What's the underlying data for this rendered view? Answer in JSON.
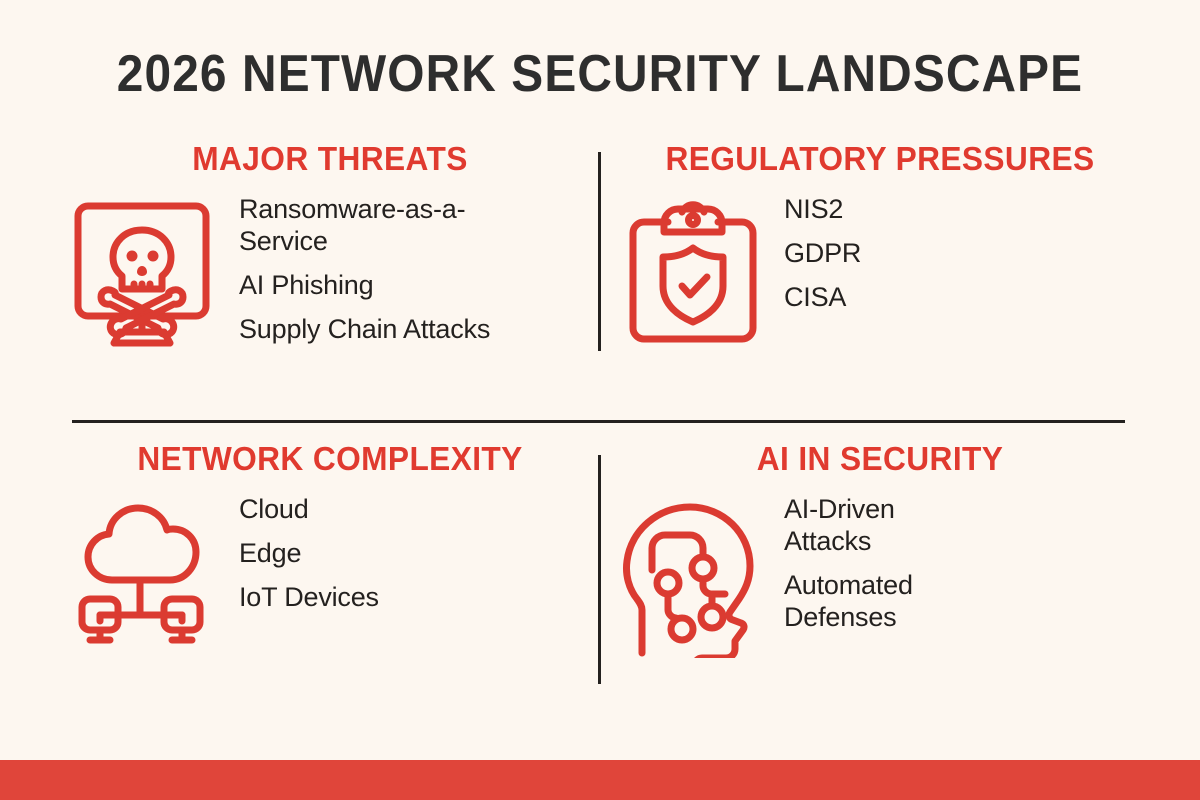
{
  "title": "2026 NETWORK SECURITY LANDSCAPE",
  "theme": {
    "background": "#FDF7F0",
    "accent_red": "#E03A2F",
    "band_red": "#E0453A",
    "text_dark": "#24211F",
    "title_dark": "#2E2E2E"
  },
  "sections": [
    {
      "id": "major-threats",
      "heading": "MAJOR THREATS",
      "icon": "monitor-skull-icon",
      "items": [
        "Ransomware-as-a-Service",
        "AI Phishing",
        "Supply Chain Attacks"
      ]
    },
    {
      "id": "regulatory-pressures",
      "heading": "REGULATORY PRESSURES",
      "icon": "clipboard-shield-check-icon",
      "items": [
        "NIS2",
        "GDPR",
        "CISA"
      ]
    },
    {
      "id": "network-complexity",
      "heading": "NETWORK COMPLEXITY",
      "icon": "cloud-network-icon",
      "items": [
        "Cloud",
        "Edge",
        "IoT Devices"
      ]
    },
    {
      "id": "ai-in-security",
      "heading": "AI IN SECURITY",
      "icon": "ai-head-circuit-icon",
      "items": [
        "AI-Driven Attacks",
        "Automated Defenses"
      ]
    }
  ]
}
